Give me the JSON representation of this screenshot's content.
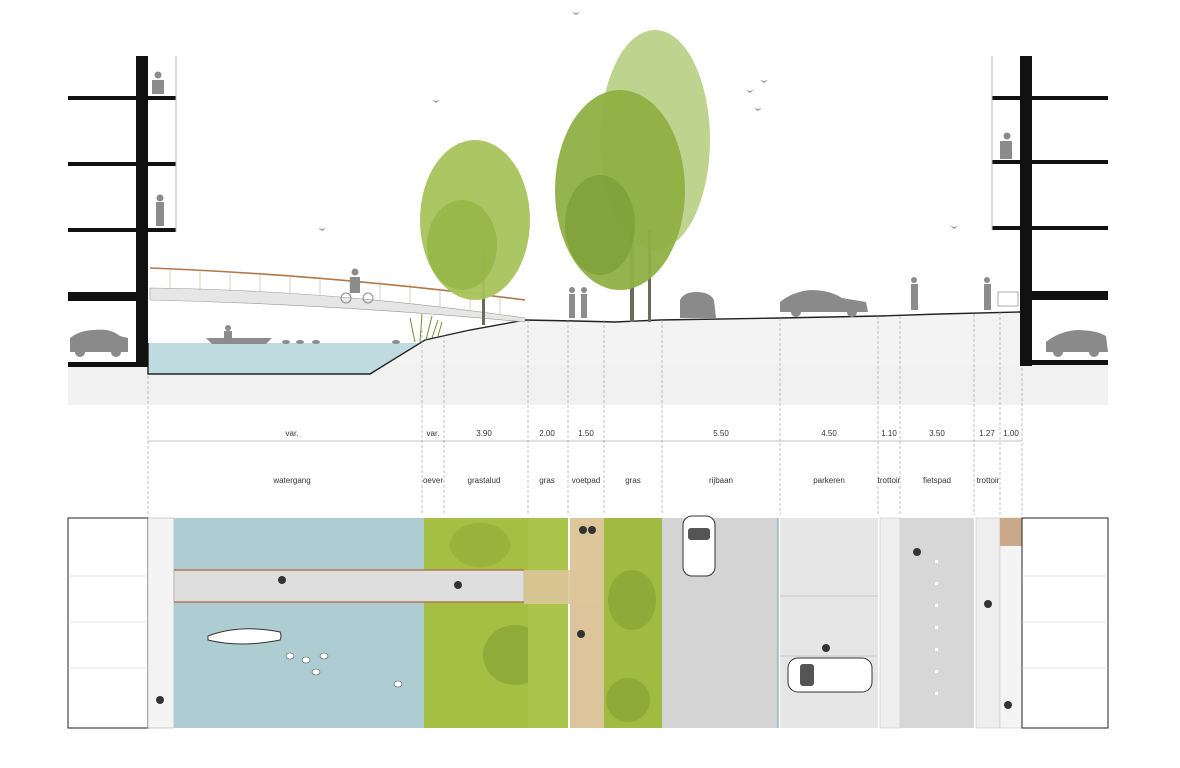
{
  "dimensions": [
    {
      "id": "watergang",
      "value": "var."
    },
    {
      "id": "oever",
      "value": "var."
    },
    {
      "id": "grastalud",
      "value": "3.90"
    },
    {
      "id": "gras1",
      "value": "2.00"
    },
    {
      "id": "voetpad",
      "value": "1.50"
    },
    {
      "id": "gras2",
      "value": ""
    },
    {
      "id": "rijbaan",
      "value": "5.50"
    },
    {
      "id": "parkeren",
      "value": "4.50"
    },
    {
      "id": "trottoir1",
      "value": "1.10"
    },
    {
      "id": "fietspad",
      "value": "3.50"
    },
    {
      "id": "trottoir2",
      "value": "1.27"
    },
    {
      "id": "edge",
      "value": "1.00"
    }
  ],
  "zones": [
    {
      "id": "watergang",
      "label": "watergang"
    },
    {
      "id": "oever",
      "label": "oever"
    },
    {
      "id": "grastalud",
      "label": "grastalud"
    },
    {
      "id": "gras1",
      "label": "gras"
    },
    {
      "id": "voetpad",
      "label": "voetpad"
    },
    {
      "id": "gras2",
      "label": "gras"
    },
    {
      "id": "rijbaan",
      "label": "rijbaan"
    },
    {
      "id": "parkeren",
      "label": "parkeren"
    },
    {
      "id": "trottoir1",
      "label": "trottoir"
    },
    {
      "id": "fietspad",
      "label": "fietspad"
    },
    {
      "id": "trottoir2",
      "label": "trottoir"
    }
  ],
  "colors": {
    "water": "#bcd8dd",
    "water_plan": "#a9c9cf",
    "grass": "#a8c24a",
    "grass_dark": "#7f9d33",
    "tree": "#9cbd52",
    "tree_dark": "#6f8f36",
    "ground": "#f2f2f2",
    "building": "#111111",
    "paving": "#d6d6d6",
    "path": "#d8c39a",
    "figure": "#8c8c8c"
  }
}
